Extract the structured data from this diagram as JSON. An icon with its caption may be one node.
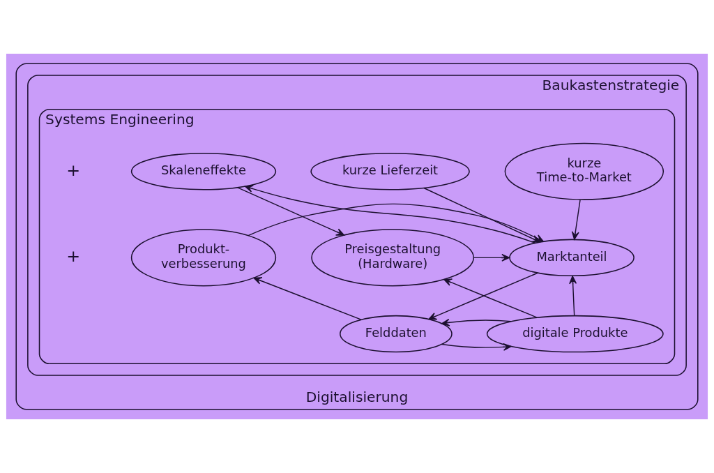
{
  "diagram": {
    "nodes": [
      {
        "text": [
          "Digitalisierung"
        ]
      },
      {
        "text": [
          "Baukastenstrategie"
        ],
        "in": 0
      },
      {
        "text": [
          "Systems Engineering"
        ],
        "in": 1
      },
      {
        "text": [
          "kurze Lieferzeit"
        ],
        "in": 2
      },
      {
        "text": [
          "kurze Time-to-Market"
        ],
        "in": 2
      },
      {
        "text": [
          "Skaleneffekte"
        ],
        "in": 2
      },
      {
        "text": [
          "Marktanteil"
        ],
        "in": 2
      },
      {
        "text": [
          "Produkt- verbesserung"
        ],
        "in": 2
      },
      {
        "text": [
          "Preisgestaltung (Hardware)"
        ],
        "in": 2
      },
      {
        "text": [
          "Felddaten"
        ],
        "in": 2
      },
      {
        "text": [
          "digitale Produkte"
        ],
        "in": 2
      }
    ],
    "edges": [
      {
        "from": 3,
        "to": 6,
        "arrow": "to"
      },
      {
        "from": 4,
        "to": 6,
        "arrow": "to"
      },
      {
        "from": 6,
        "to": 5,
        "arrow": "to"
      },
      {
        "from": 5,
        "to": 8,
        "arrow": "to"
      },
      {
        "from": 8,
        "to": 6,
        "arrow": "to"
      },
      {
        "from": 7,
        "to": 6,
        "arrow": "to"
      },
      {
        "from": 6,
        "to": 9,
        "arrow": "to"
      },
      {
        "from": 9,
        "to": 7,
        "arrow": "to"
      },
      {
        "from": 9,
        "to": 10,
        "arrow": "to"
      },
      {
        "from": 10,
        "to": 9,
        "arrow": "to"
      },
      {
        "from": 10,
        "to": 6,
        "arrow": "to"
      },
      {
        "from": 10,
        "to": 8,
        "arrow": "to"
      }
    ],
    "labels": [
      "+",
      "+"
    ]
  }
}
